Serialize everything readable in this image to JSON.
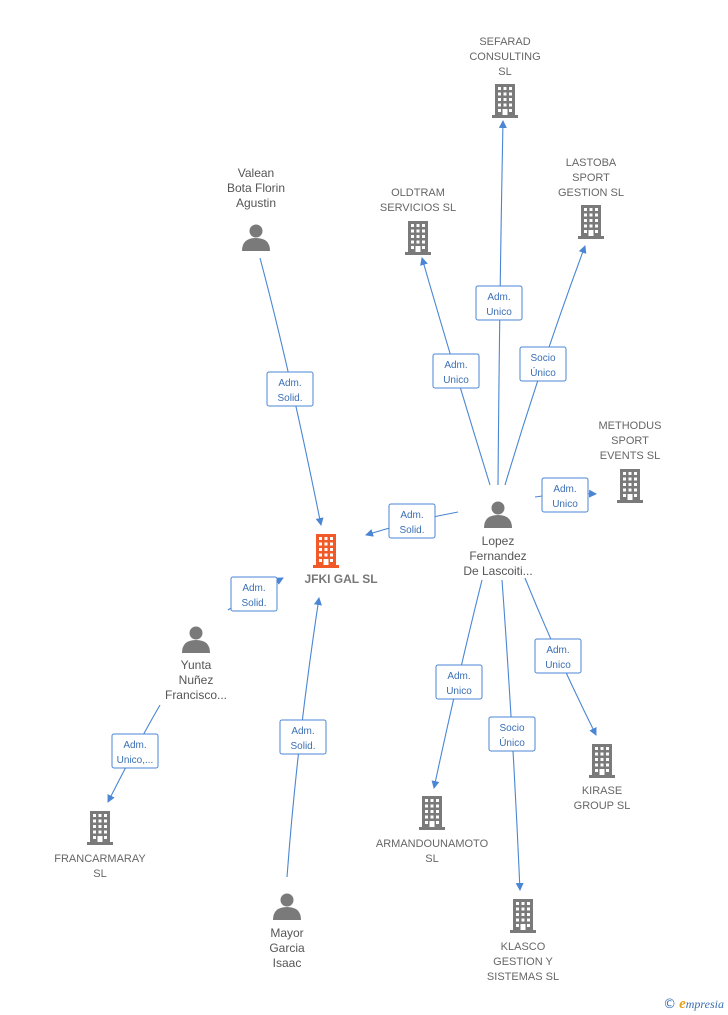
{
  "colors": {
    "edge": "#4a86d4",
    "icon": "#7a7a7a",
    "main_icon": "#f05a28",
    "label": "#666666"
  },
  "nodes": [
    {
      "id": "jfki",
      "type": "company",
      "main": true,
      "lines": [
        "JFKI GAL  SL"
      ]
    },
    {
      "id": "sefarad",
      "type": "company",
      "lines": [
        "SEFARAD",
        "CONSULTING",
        "SL"
      ]
    },
    {
      "id": "lastoba",
      "type": "company",
      "lines": [
        "LASTOBA",
        "SPORT",
        "GESTION  SL"
      ]
    },
    {
      "id": "oldtram",
      "type": "company",
      "lines": [
        "OLDTRAM",
        "SERVICIOS  SL"
      ]
    },
    {
      "id": "methodus",
      "type": "company",
      "lines": [
        "METHODUS",
        "SPORT",
        "EVENTS  SL"
      ]
    },
    {
      "id": "kirase",
      "type": "company",
      "lines": [
        "KIRASE",
        "GROUP  SL"
      ]
    },
    {
      "id": "armandou",
      "type": "company",
      "lines": [
        "ARMANDOUNAMOTO",
        "SL"
      ]
    },
    {
      "id": "klasco",
      "type": "company",
      "lines": [
        "KLASCO",
        "GESTION Y",
        "SISTEMAS  SL"
      ]
    },
    {
      "id": "francar",
      "type": "company",
      "lines": [
        "FRANCARMARAY",
        "SL"
      ]
    },
    {
      "id": "valean",
      "type": "person",
      "lines": [
        "Valean",
        "Bota Florin",
        "Agustin"
      ]
    },
    {
      "id": "lopez",
      "type": "person",
      "lines": [
        "Lopez",
        "Fernandez",
        "De Lascoiti..."
      ]
    },
    {
      "id": "yunta",
      "type": "person",
      "lines": [
        "Yunta",
        "Nuñez",
        "Francisco..."
      ]
    },
    {
      "id": "mayor",
      "type": "person",
      "lines": [
        "Mayor",
        "Garcia",
        "Isaac"
      ]
    }
  ],
  "edges": [
    {
      "from": "valean",
      "to": "jfki",
      "label": [
        "Adm.",
        "Solid."
      ]
    },
    {
      "from": "lopez",
      "to": "jfki",
      "label": [
        "Adm.",
        "Solid."
      ]
    },
    {
      "from": "yunta",
      "to": "jfki",
      "label": [
        "Adm.",
        "Solid."
      ]
    },
    {
      "from": "mayor",
      "to": "jfki",
      "label": [
        "Adm.",
        "Solid."
      ]
    },
    {
      "from": "yunta",
      "to": "francar",
      "label": [
        "Adm.",
        "Unico,..."
      ]
    },
    {
      "from": "lopez",
      "to": "sefarad",
      "label": [
        "Adm.",
        "Unico"
      ]
    },
    {
      "from": "lopez",
      "to": "oldtram",
      "label": [
        "Adm.",
        "Unico"
      ]
    },
    {
      "from": "lopez",
      "to": "lastoba",
      "label": [
        "Socio",
        "Único"
      ]
    },
    {
      "from": "lopez",
      "to": "methodus",
      "label": [
        "Adm.",
        "Unico"
      ]
    },
    {
      "from": "lopez",
      "to": "kirase",
      "label": [
        "Adm.",
        "Unico"
      ]
    },
    {
      "from": "lopez",
      "to": "armandou",
      "label": [
        "Adm.",
        "Unico"
      ]
    },
    {
      "from": "lopez",
      "to": "klasco",
      "label": [
        "Socio",
        "Único"
      ]
    }
  ],
  "brand": {
    "copyright": "©",
    "e": "e",
    "rest": "mpresia"
  }
}
